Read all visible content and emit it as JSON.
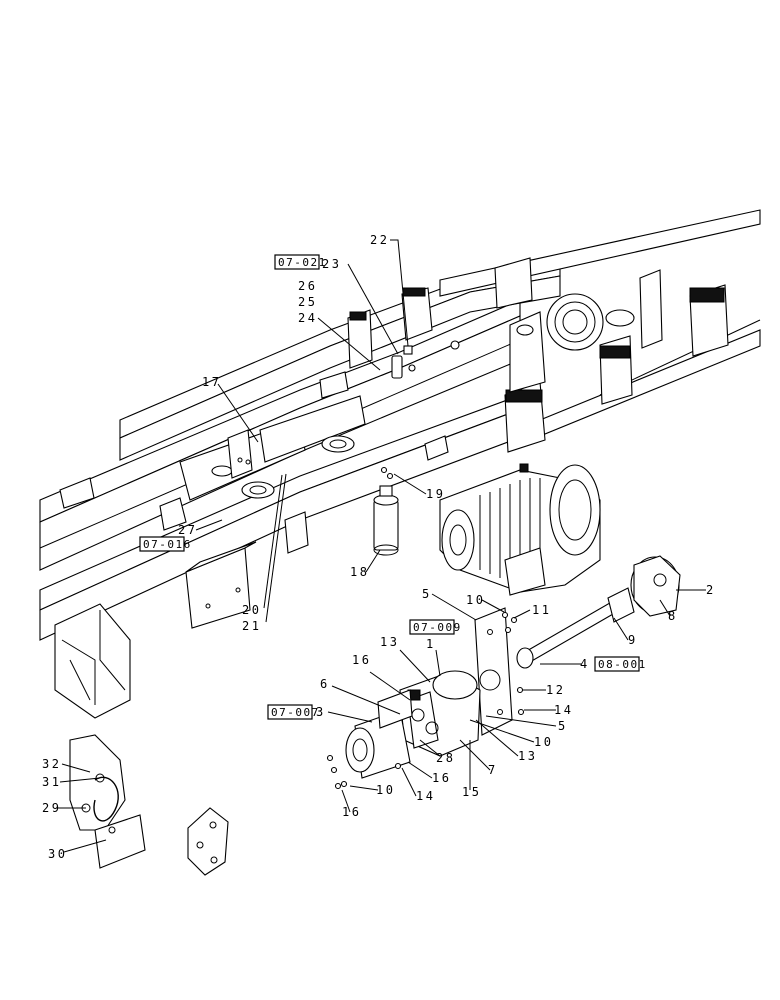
{
  "callouts": [
    {
      "id": "c1",
      "text": "1"
    },
    {
      "id": "c2",
      "text": "2"
    },
    {
      "id": "c3",
      "text": "3"
    },
    {
      "id": "c4",
      "text": "4"
    },
    {
      "id": "c5a",
      "text": "5"
    },
    {
      "id": "c5b",
      "text": "5"
    },
    {
      "id": "c6",
      "text": "6"
    },
    {
      "id": "c7",
      "text": "7"
    },
    {
      "id": "c8",
      "text": "8"
    },
    {
      "id": "c9",
      "text": "9"
    },
    {
      "id": "c10a",
      "text": "10"
    },
    {
      "id": "c10b",
      "text": "10"
    },
    {
      "id": "c10c",
      "text": "10"
    },
    {
      "id": "c11",
      "text": "11"
    },
    {
      "id": "c12",
      "text": "12"
    },
    {
      "id": "c13a",
      "text": "13"
    },
    {
      "id": "c13b",
      "text": "13"
    },
    {
      "id": "c14a",
      "text": "14"
    },
    {
      "id": "c14b",
      "text": "14"
    },
    {
      "id": "c15",
      "text": "15"
    },
    {
      "id": "c16a",
      "text": "16"
    },
    {
      "id": "c16b",
      "text": "16"
    },
    {
      "id": "c16c",
      "text": "16"
    },
    {
      "id": "c17",
      "text": "17"
    },
    {
      "id": "c18",
      "text": "18"
    },
    {
      "id": "c19",
      "text": "19"
    },
    {
      "id": "c20",
      "text": "20"
    },
    {
      "id": "c21",
      "text": "21"
    },
    {
      "id": "c22",
      "text": "22"
    },
    {
      "id": "c23",
      "text": "23"
    },
    {
      "id": "c24",
      "text": "24"
    },
    {
      "id": "c25",
      "text": "25"
    },
    {
      "id": "c26",
      "text": "26"
    },
    {
      "id": "c27",
      "text": "27"
    },
    {
      "id": "c28",
      "text": "28"
    },
    {
      "id": "c29",
      "text": "29"
    },
    {
      "id": "c30",
      "text": "30"
    },
    {
      "id": "c31",
      "text": "31"
    },
    {
      "id": "c32",
      "text": "32"
    }
  ],
  "references": [
    {
      "id": "r1",
      "text": "07-021"
    },
    {
      "id": "r2",
      "text": "07-016"
    },
    {
      "id": "r3",
      "text": "07-009"
    },
    {
      "id": "r4",
      "text": "08-001"
    },
    {
      "id": "r5",
      "text": "07-007"
    }
  ]
}
